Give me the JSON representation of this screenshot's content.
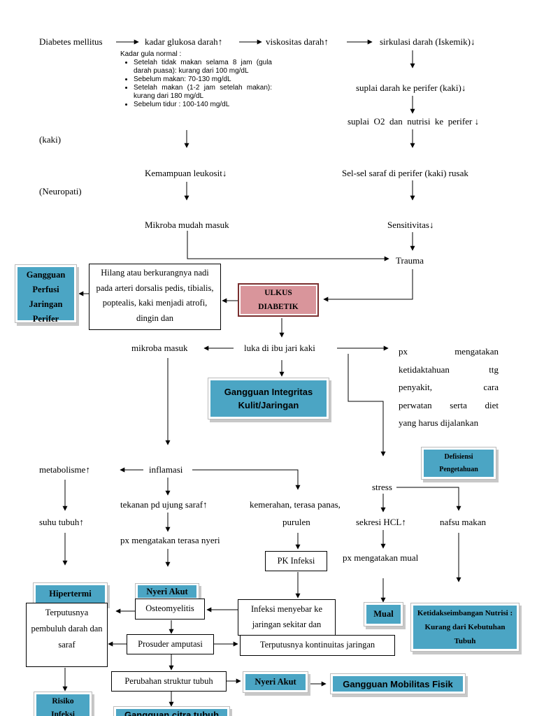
{
  "row1": {
    "dm": "Diabetes mellitus",
    "kg": "kadar glukosa darah",
    "vd": "viskositas darah",
    "sd": "sirkulasi darah (Iskemik)"
  },
  "note": {
    "title": "Kadar gula normal :",
    "items": [
      "Setelah tidak makan selama 8 jam (gula darah puasa): kurang dari 100 mg/dL",
      "Sebelum makan: 70-130 mg/dL",
      "Setelah makan (1-2 jam setelah makan): kurang dari 180 mg/dL",
      "Sebelum tidur : 100-140 mg/dL"
    ]
  },
  "right_col": {
    "suplai_darah": "suplai darah ke perifer (kaki)",
    "suplai_o2": "suplai  O2  dan  nutrisi  ke  perifer",
    "kaki": "(kaki)",
    "saraf": "Sel-sel saraf di perifer (kaki) rusak",
    "neuropati": "(Neuropati)",
    "sensitivitas": "Sensitivitas",
    "trauma": "Trauma"
  },
  "left_col": {
    "leukosit": "Kemampuan leukosit",
    "mikroba": "Mikroba mudah masuk"
  },
  "hilang_box": "Hilang atau berkurangnya nadi pada arteri dorsalis pedis, tibialis, poptealis, kaki menjadi atrofi, dingin dan",
  "ulkus": "ULKUS DIABETIK",
  "luka": {
    "mikroba_masuk": "mikroba masuk",
    "luka": "luka di ibu jari kaki",
    "px_lines": [
      "px mengatakan",
      "ketidaktahuan ttg",
      "penyakit, cara",
      "perwatan serta diet",
      "yang harus dijalankan"
    ]
  },
  "mid": {
    "metabolisme": "metabolisme",
    "inflamasi": "inflamasi",
    "stress": "stress",
    "tekanan": "tekanan pd ujung saraf",
    "kemerahan": "kemerahan, terasa panas,",
    "purulen": "purulen",
    "sekresi": "sekresi HCL",
    "nafsu": "nafsu makan",
    "suhu": "suhu tubuh",
    "nyeri_px": "px mengatakan terasa nyeri",
    "pk_infeksi": "PK Infeksi",
    "mual_px": "px mengatakan mual"
  },
  "bottom": {
    "osteomyelitis": "Osteomyelitis",
    "infeksi": "Infeksi menyebar ke jaringan sekitar dan",
    "terputusnya_pd": "Terputusnya pembuluh darah dan saraf",
    "amputasi": "Prosuder amputasi",
    "kontinuitas": "Terputusnya kontinuitas jaringan",
    "perubahan": "Perubahan struktur tubuh"
  },
  "diagnoses": {
    "perfusi": "Gangguan Perfusi Jaringan Perifer",
    "integritas": "Gangguan Integritas Kulit/Jaringan",
    "pengetahuan": "Defisiensi Pengetahuan",
    "hipertermi": "Hipertermi",
    "nyeri1": "Nyeri Akut",
    "nyeri2": "Nyeri Akut",
    "mual": "Mual",
    "nutrisi": "Ketidakseimbangan Nutrisi : Kurang dari Kebutuhan Tubuh",
    "mobilitas": "Gangguan Mobilitas Fisik",
    "risiko": "Risiko Infeksi",
    "citra": "Gangguan citra tubuh"
  },
  "colors": {
    "diag_fill": "#4ba5c4",
    "ulkus_fill": "#d9959b",
    "ulkus_border": "#7a2e2e"
  }
}
